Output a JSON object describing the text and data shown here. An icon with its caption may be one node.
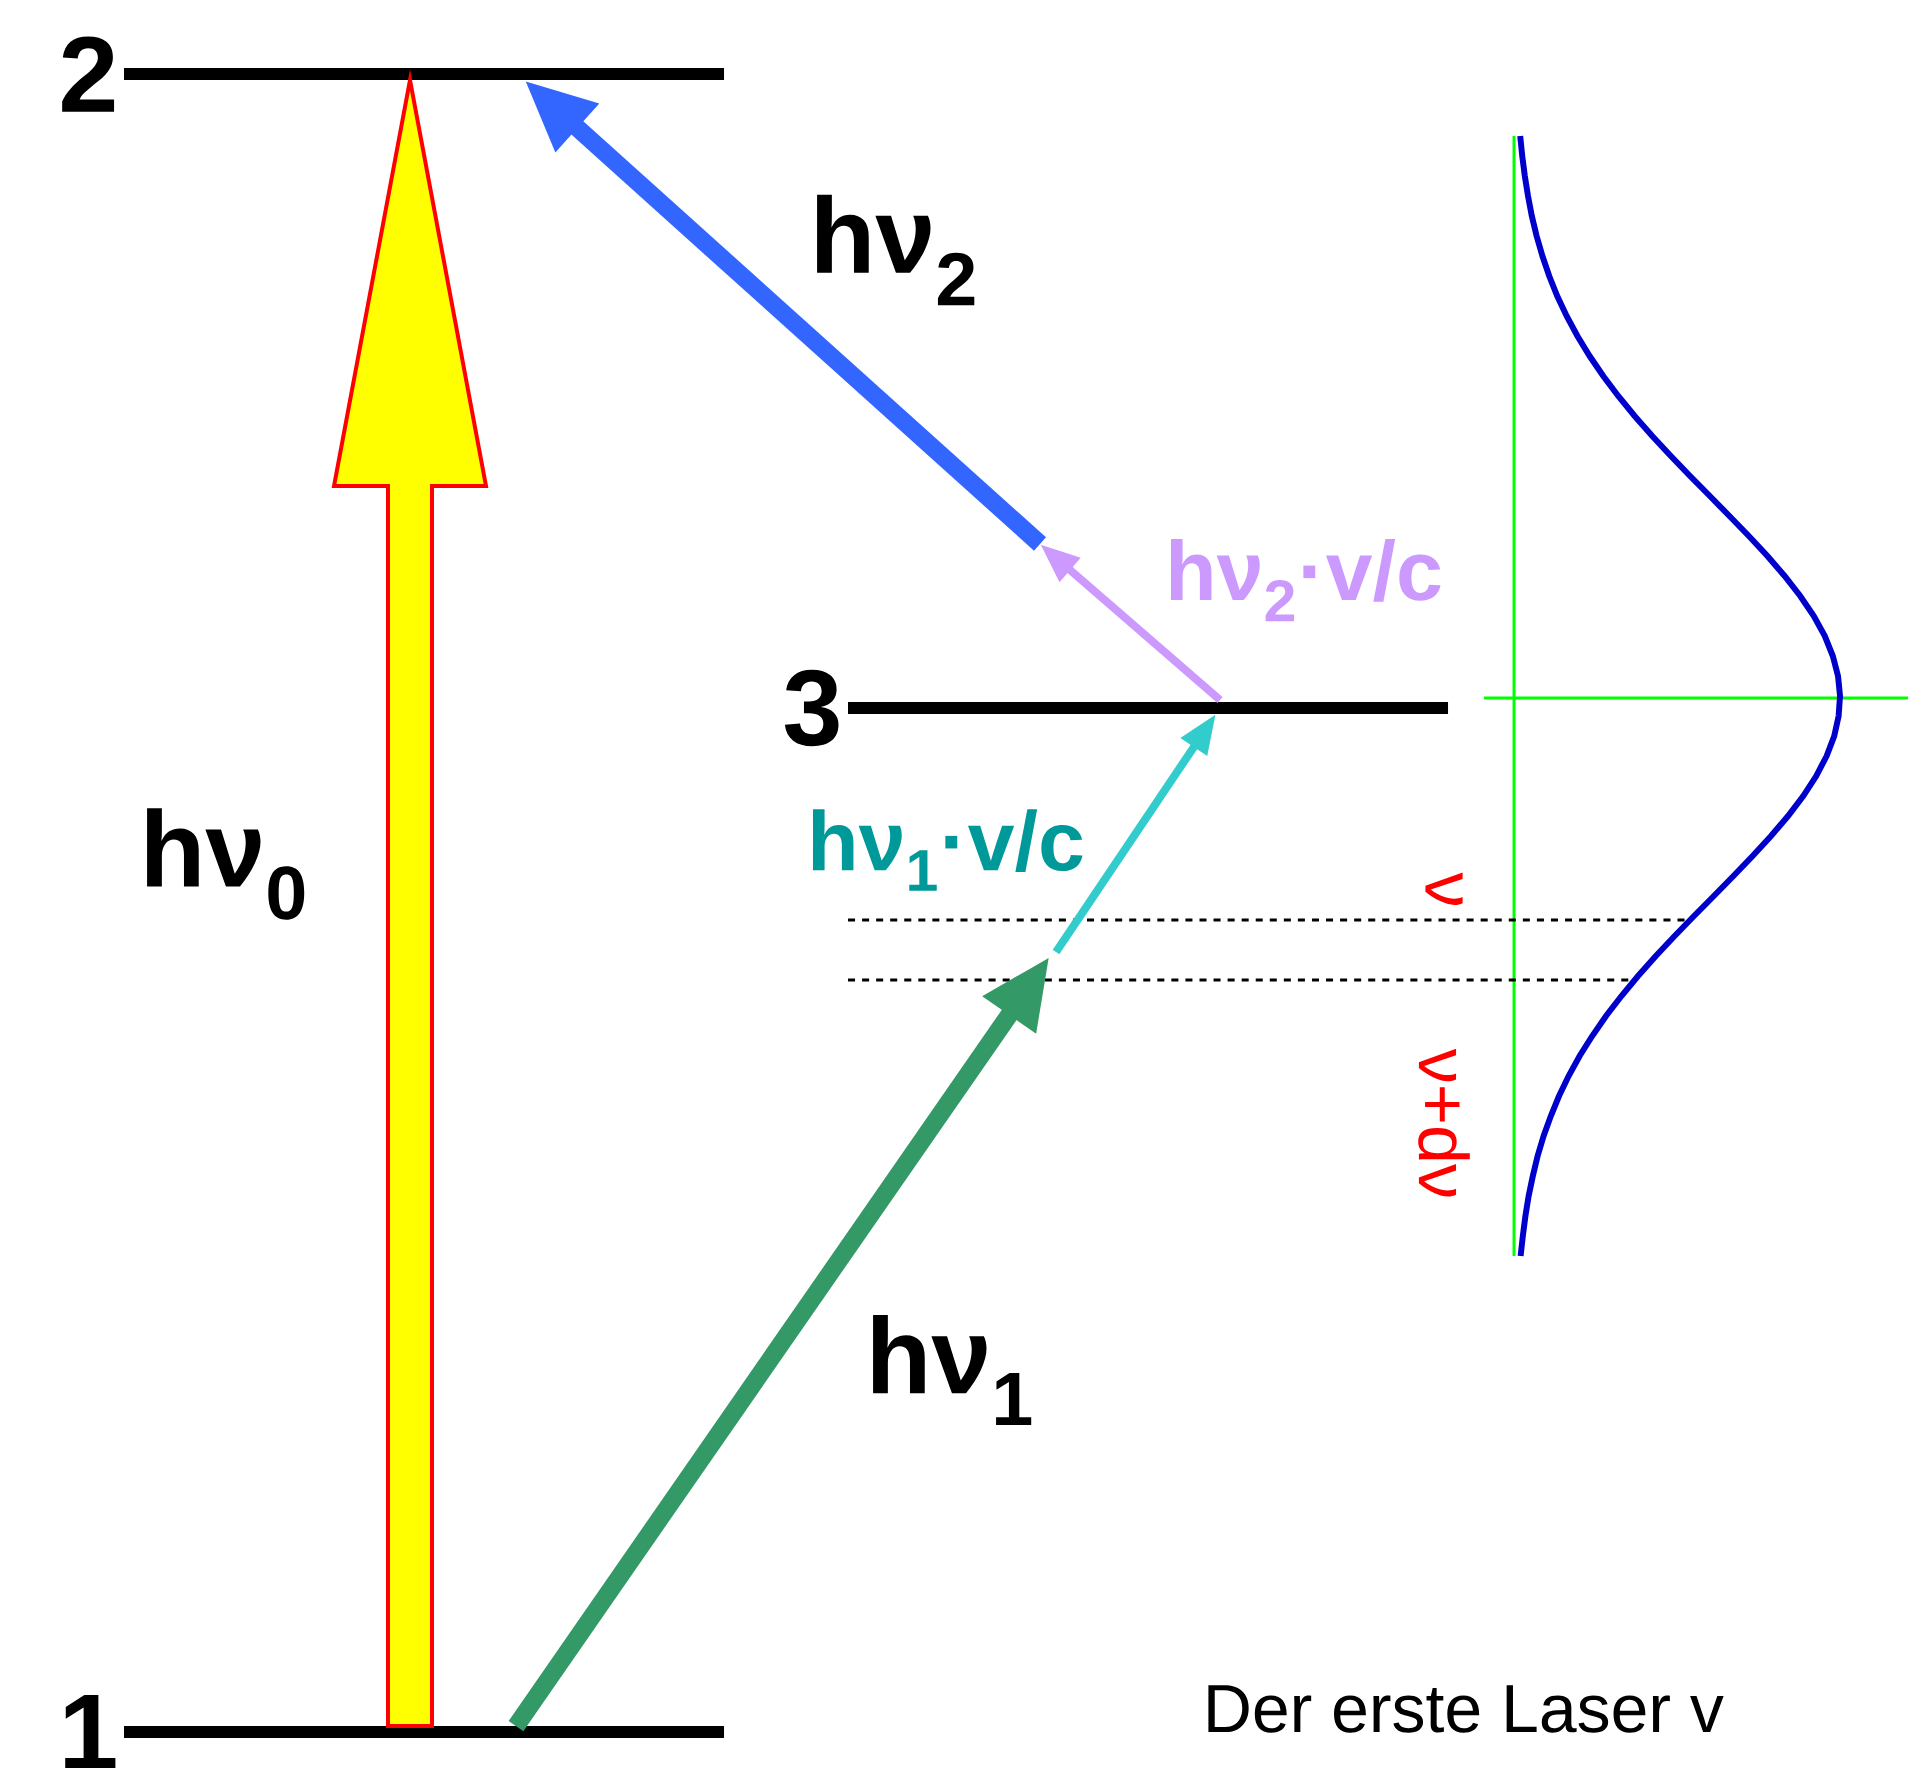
{
  "diagram": {
    "nodes": [
      {
        "text": [
          "2"
        ]
      },
      {
        "text": [
          "3"
        ]
      },
      {
        "text": [
          "1"
        ]
      }
    ],
    "edges": [
      {
        "from": 2,
        "to": 0,
        "arrow": "to",
        "label": "hν$_{0}$",
        "color": "#ffff00"
      },
      {
        "from": 2,
        "to": null,
        "arrow": "to",
        "label": "hν$_{1}$",
        "color": "#339966",
        "style": "thick"
      },
      {
        "from": null,
        "to": 1,
        "arrow": "to",
        "label": "hν$_{1}$·v/c",
        "color": "#33cccc"
      },
      {
        "from": 1,
        "to": null,
        "arrow": "to",
        "label": "hν$_{2}$·v/c",
        "color": "#cc99ff"
      },
      {
        "from": null,
        "to": 0,
        "arrow": "to",
        "label": "hν$_{2}$",
        "color": "#3366ff",
        "style": "thick"
      }
    ],
    "labels": [
      "ν",
      "ν+dν",
      "Der erste Laser v"
    ]
  }
}
